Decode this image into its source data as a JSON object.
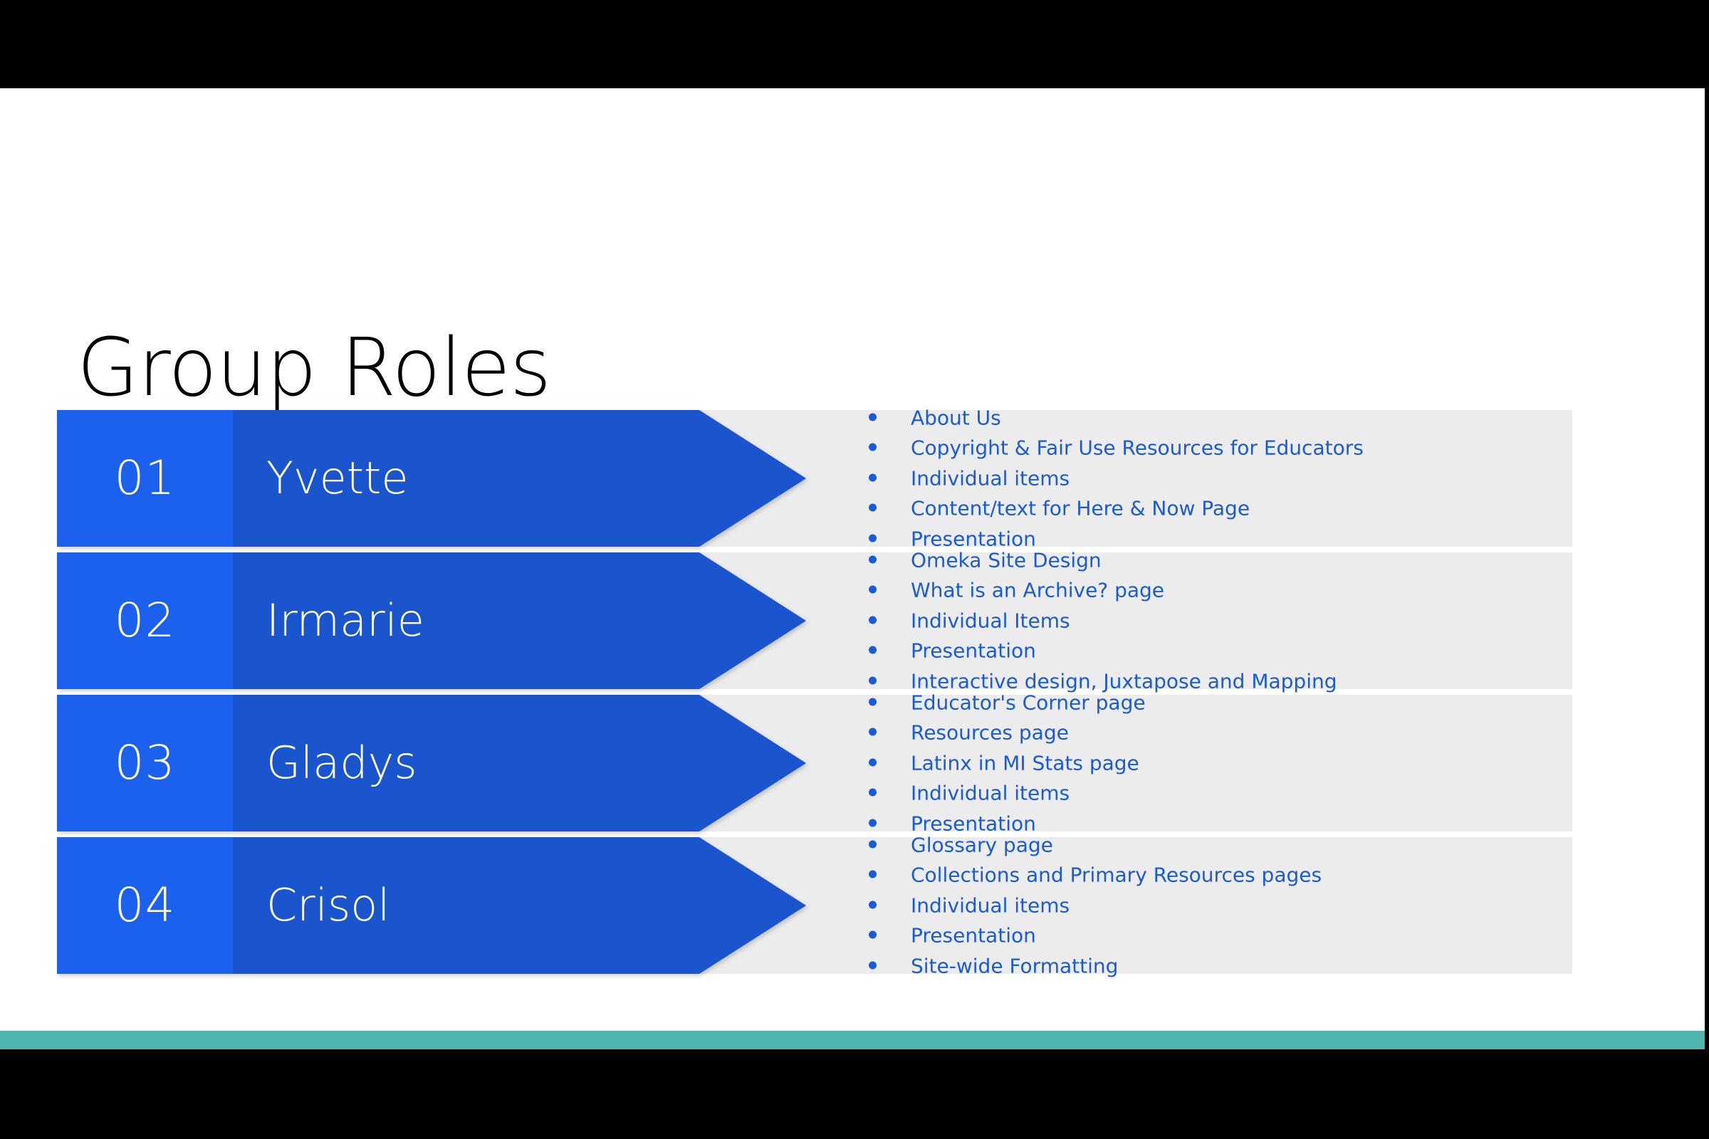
{
  "slide": {
    "title": "Group Roles",
    "background_color": "#ffffff",
    "letterbox_color": "#000000",
    "accent_teal": "#4db4b0",
    "accent_blue_light": "#1c60ee",
    "accent_blue_dark": "#1a55ce",
    "panel_gray": "#ececec",
    "text_blue": "#1a5ad4"
  },
  "rows": [
    {
      "number": "01",
      "name": "Yvette",
      "tasks": [
        "About Us",
        "Copyright & Fair Use Resources for Educators",
        "Individual items",
        "Content/text for Here & Now Page",
        "Presentation"
      ]
    },
    {
      "number": "02",
      "name": "Irmarie",
      "tasks": [
        "Omeka Site Design",
        "What is an Archive? page",
        "Individual Items",
        "Presentation",
        "Interactive design, Juxtapose and Mapping"
      ]
    },
    {
      "number": "03",
      "name": "Gladys",
      "tasks": [
        "Educator's Corner page",
        "Resources page",
        "Latinx in MI Stats page",
        "Individual items",
        "Presentation"
      ]
    },
    {
      "number": "04",
      "name": "Crisol",
      "tasks": [
        "Glossary page",
        "Collections and Primary Resources pages",
        "Individual items",
        "Presentation",
        "Site-wide Formatting"
      ]
    }
  ]
}
